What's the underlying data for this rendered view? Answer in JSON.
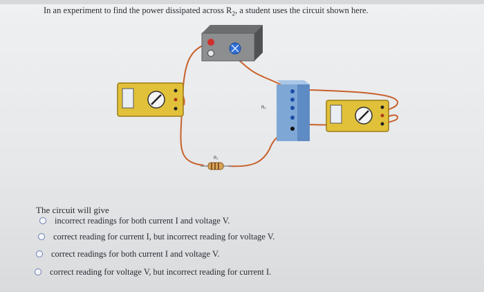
{
  "question": {
    "prefix": "In an experiment to find the power dissipated across R",
    "subscript": "2",
    "suffix": ", a student uses the circuit shown here."
  },
  "diagram": {
    "r1_label": "R₁",
    "r2_label": "R₂",
    "colors": {
      "wire": "#c8602a",
      "meter_body": "#e2c13a",
      "battery_body": "#8c8e90",
      "component_block": "#7fa7d6"
    }
  },
  "prompt": "The circuit will give",
  "options": [
    "incorrect readings for both current I and voltage V.",
    "correct reading for current I, but incorrect reading for voltage V.",
    "correct readings for both current I and voltage V.",
    "correct reading for voltage V, but incorrect reading for current I."
  ]
}
